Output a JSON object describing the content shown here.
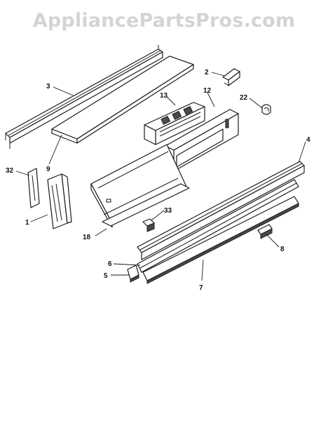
{
  "watermark": "AppliancePartsPros.com",
  "callouts": {
    "p1": "1",
    "p2": "2",
    "p3": "3",
    "p4": "4",
    "p5": "5",
    "p6": "6",
    "p7": "7",
    "p8": "8",
    "p9": "9",
    "p12": "12",
    "p13": "13",
    "p18": "18",
    "p22": "22",
    "p32": "32",
    "p33": "33"
  }
}
